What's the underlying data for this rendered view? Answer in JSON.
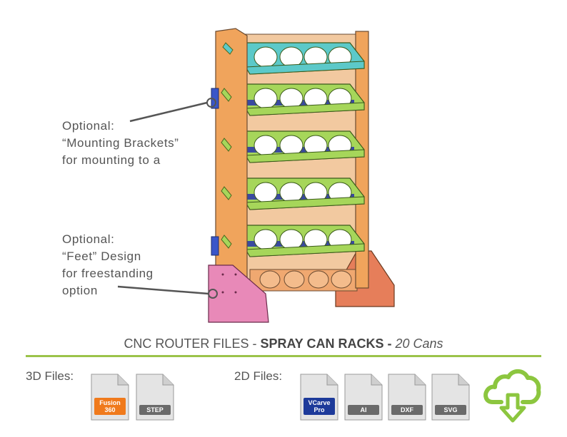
{
  "annotations": {
    "brackets": [
      "Optional:",
      "“Mounting Brackets”",
      "for mounting to a"
    ],
    "feet": [
      "Optional:",
      "“Feet” Design",
      "for freestanding",
      "option"
    ]
  },
  "title": {
    "prefix": "CNC ROUTER FILES - ",
    "bold": "SPRAY CAN RACKS - ",
    "italic": "20 Cans"
  },
  "files_3d": {
    "label": "3D Files:",
    "items": [
      {
        "name": "Fusion 360",
        "line1": "Fusion",
        "line2": "360",
        "color": "#f07a1c"
      },
      {
        "name": "STEP",
        "line1": "STEP",
        "line2": "",
        "color": "#6a6a6a"
      }
    ]
  },
  "files_2d": {
    "label": "2D Files:",
    "items": [
      {
        "name": "VCarve Pro",
        "line1": "VCarve",
        "line2": "Pro",
        "color": "#1d3a9a"
      },
      {
        "name": "AI",
        "line1": "AI",
        "line2": "",
        "color": "#6a6a6a"
      },
      {
        "name": "DXF",
        "line1": "DXF",
        "line2": "",
        "color": "#6a6a6a"
      },
      {
        "name": "SVG",
        "line1": "SVG",
        "line2": "",
        "color": "#6a6a6a"
      }
    ]
  },
  "colors": {
    "accent_green": "#9bc34a",
    "side_orange": "#f0a45c",
    "shelf_green": "#a6d65a",
    "shelf_teal": "#5cc9c9",
    "feet_pink": "#e889b8",
    "bracket_blue": "#3a56c9"
  },
  "icons": {
    "download": "cloud-download-icon"
  }
}
